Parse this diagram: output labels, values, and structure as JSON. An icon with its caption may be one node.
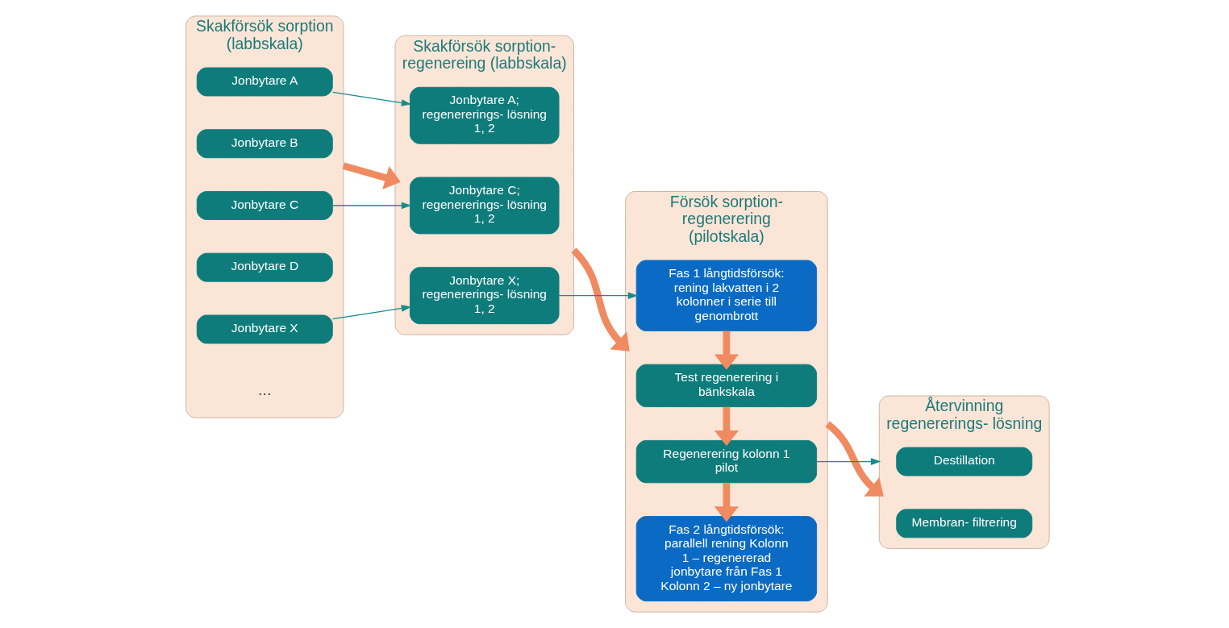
{
  "diagram": {
    "nodes": [
      {
        "text": [
          "Skakförsök sorption (labbskala)"
        ]
      },
      {
        "text": [
          "Jonbytare A"
        ],
        "in": 0
      },
      {
        "text": [
          "Jonbytare B"
        ],
        "in": 0
      },
      {
        "text": [
          "Jonbytare C"
        ],
        "in": 0
      },
      {
        "text": [
          "Jonbytare D"
        ],
        "in": 0
      },
      {
        "text": [
          "Jonbytare X"
        ],
        "in": 0
      },
      {
        "text": [
          "Skakförsök sorption- regenereing (labbskala)"
        ]
      },
      {
        "text": [
          "Jonbytare A; regenererings- lösning 1, 2"
        ],
        "in": 6
      },
      {
        "text": [
          "Jonbytare C; regenererings- lösning 1, 2"
        ],
        "in": 6
      },
      {
        "text": [
          "Jonbytare X; regenererings- lösning 1, 2"
        ],
        "in": 6
      },
      {
        "text": [
          "Försök sorption- regenerering (pilotskala)"
        ]
      },
      {
        "text": [
          "Fas 1 långtidsförsök: rening lakvatten i 2 kolonner i serie till genombrott"
        ],
        "in": 10
      },
      {
        "text": [
          "Test regenerering i bänkskala"
        ],
        "in": 10
      },
      {
        "text": [
          "Regenerering kolonn 1 pilot"
        ],
        "in": 10
      },
      {
        "text": [
          "Fas 2 långtidsförsök: parallell rening Kolonn 1 – regenererad jonbytare från Fas 1 Kolonn 2 – ny jonbytare"
        ],
        "in": 10
      },
      {
        "text": [
          "Återvinning regenererings- lösning"
        ]
      },
      {
        "text": [
          "Destillation"
        ],
        "in": 15
      },
      {
        "text": [
          "Membran- filtrering"
        ],
        "in": 15
      }
    ],
    "edges": [
      {
        "from": 0,
        "to": 6,
        "arrow": "to"
      },
      {
        "from": 6,
        "to": 10,
        "arrow": "to"
      },
      {
        "from": 10,
        "to": 15,
        "arrow": "to"
      },
      {
        "from": 1,
        "to": 7,
        "arrow": "to",
        "color": "#1a8a8a"
      },
      {
        "from": 3,
        "to": 8,
        "arrow": "to",
        "color": "#1a8a8a"
      },
      {
        "from": 5,
        "to": 9,
        "arrow": "to",
        "color": "#1a8a8a"
      },
      {
        "from": 9,
        "to": 11,
        "arrow": "to",
        "color": "#1a8a8a"
      },
      {
        "from": 11,
        "to": 12,
        "arrow": "to"
      },
      {
        "from": 12,
        "to": 13,
        "arrow": "to"
      },
      {
        "from": 13,
        "to": 14,
        "arrow": "to"
      },
      {
        "from": 13,
        "to": 15,
        "arrow": "to",
        "color": "#1a8a8a"
      }
    ],
    "labels": [
      "…"
    ]
  }
}
